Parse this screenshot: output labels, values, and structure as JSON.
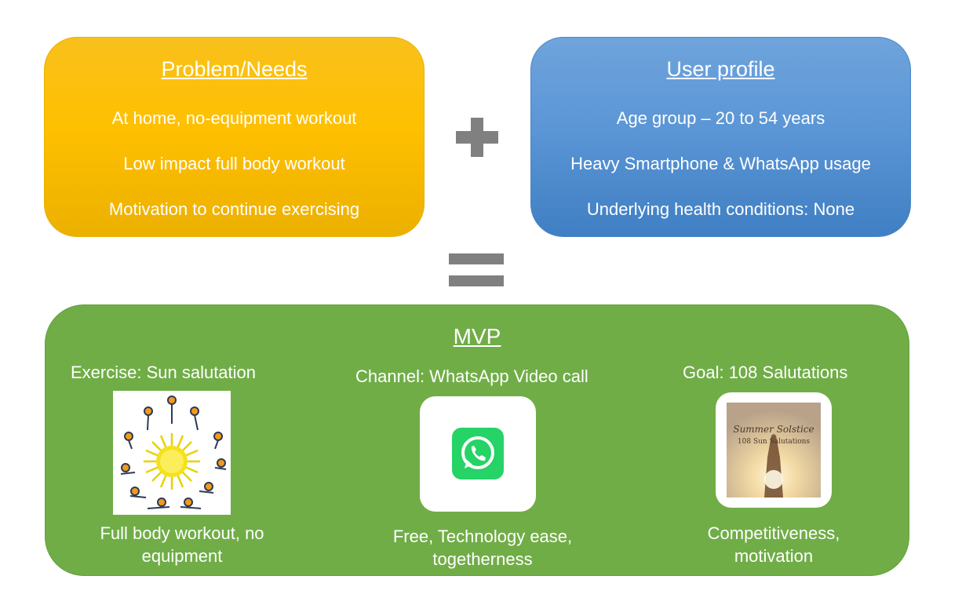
{
  "problem": {
    "title": "Problem/Needs",
    "lines": [
      "At home, no-equipment workout",
      "Low impact full body workout",
      "Motivation to continue exercising"
    ]
  },
  "profile": {
    "title": "User profile",
    "lines": [
      "Age group – 20 to 54 years",
      "Heavy Smartphone & WhatsApp usage",
      "Underlying health conditions: None"
    ]
  },
  "mvp": {
    "title": "MVP",
    "columns": [
      {
        "heading": "Exercise: Sun salutation",
        "caption": "Full body workout, no equipment"
      },
      {
        "heading": "Channel: WhatsApp Video call",
        "caption": "Free, Technology ease, togetherness"
      },
      {
        "heading": "Goal: 108 Salutations",
        "caption": "Competitiveness, motivation",
        "image_text_1": "Summer Solstice",
        "image_text_2": "108 Sun Salutations"
      }
    ]
  },
  "colors": {
    "problem": "#ffc000",
    "profile": "#5b9bd5",
    "mvp": "#70ad47",
    "operator": "#808080",
    "whatsapp": "#25d366"
  }
}
